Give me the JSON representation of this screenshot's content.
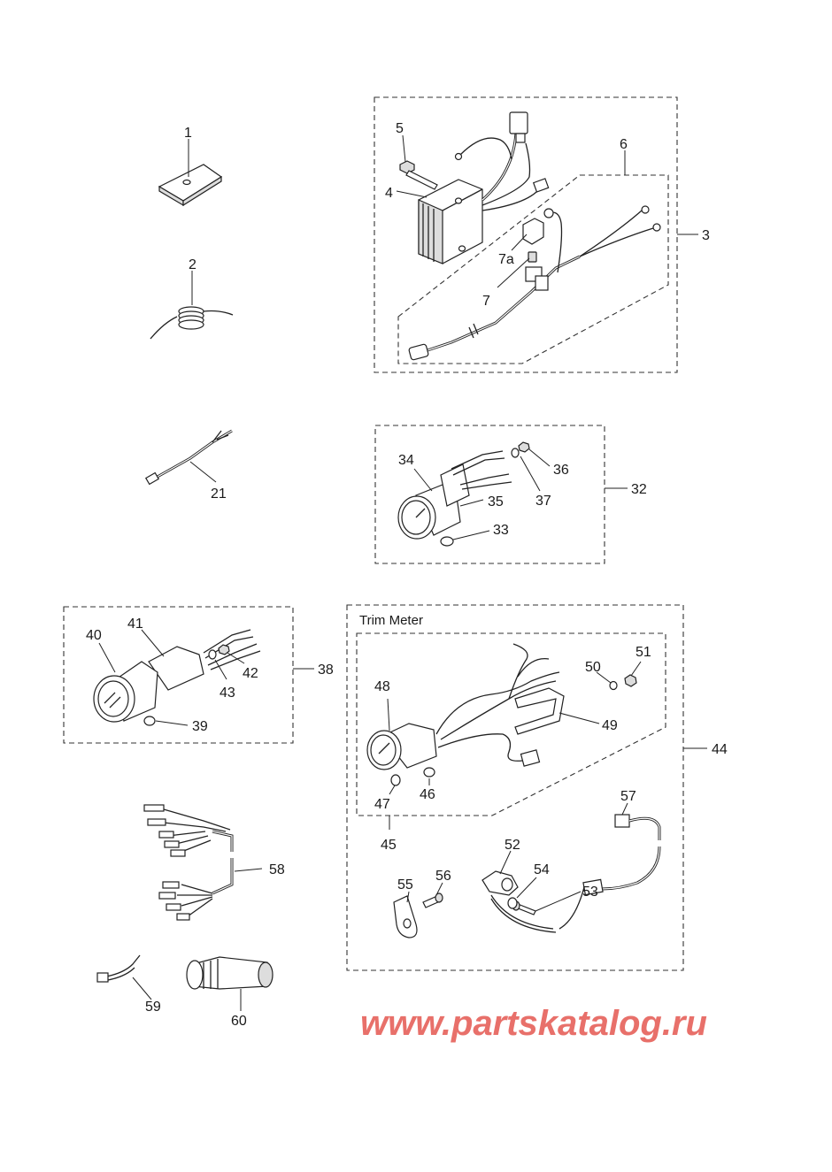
{
  "callouts": {
    "c1": "1",
    "c2": "2",
    "c3": "3",
    "c4": "4",
    "c5": "5",
    "c6": "6",
    "c7": "7",
    "c7a": "7a",
    "c21": "21",
    "c32": "32",
    "c33": "33",
    "c34": "34",
    "c35": "35",
    "c36": "36",
    "c37": "37",
    "c38": "38",
    "c39": "39",
    "c40": "40",
    "c41": "41",
    "c42": "42",
    "c43": "43",
    "c44": "44",
    "c45": "45",
    "c46": "46",
    "c47": "47",
    "c48": "48",
    "c49": "49",
    "c50": "50",
    "c51": "51",
    "c52": "52",
    "c53": "53",
    "c54": "54",
    "c55": "55",
    "c56": "56",
    "c57": "57",
    "c58": "58",
    "c59": "59",
    "c60": "60"
  },
  "trim_box_title": "Trim Meter",
  "watermark": "www.partskatalog.ru",
  "colors": {
    "line": "#222222",
    "watermark": "#e8706a"
  }
}
